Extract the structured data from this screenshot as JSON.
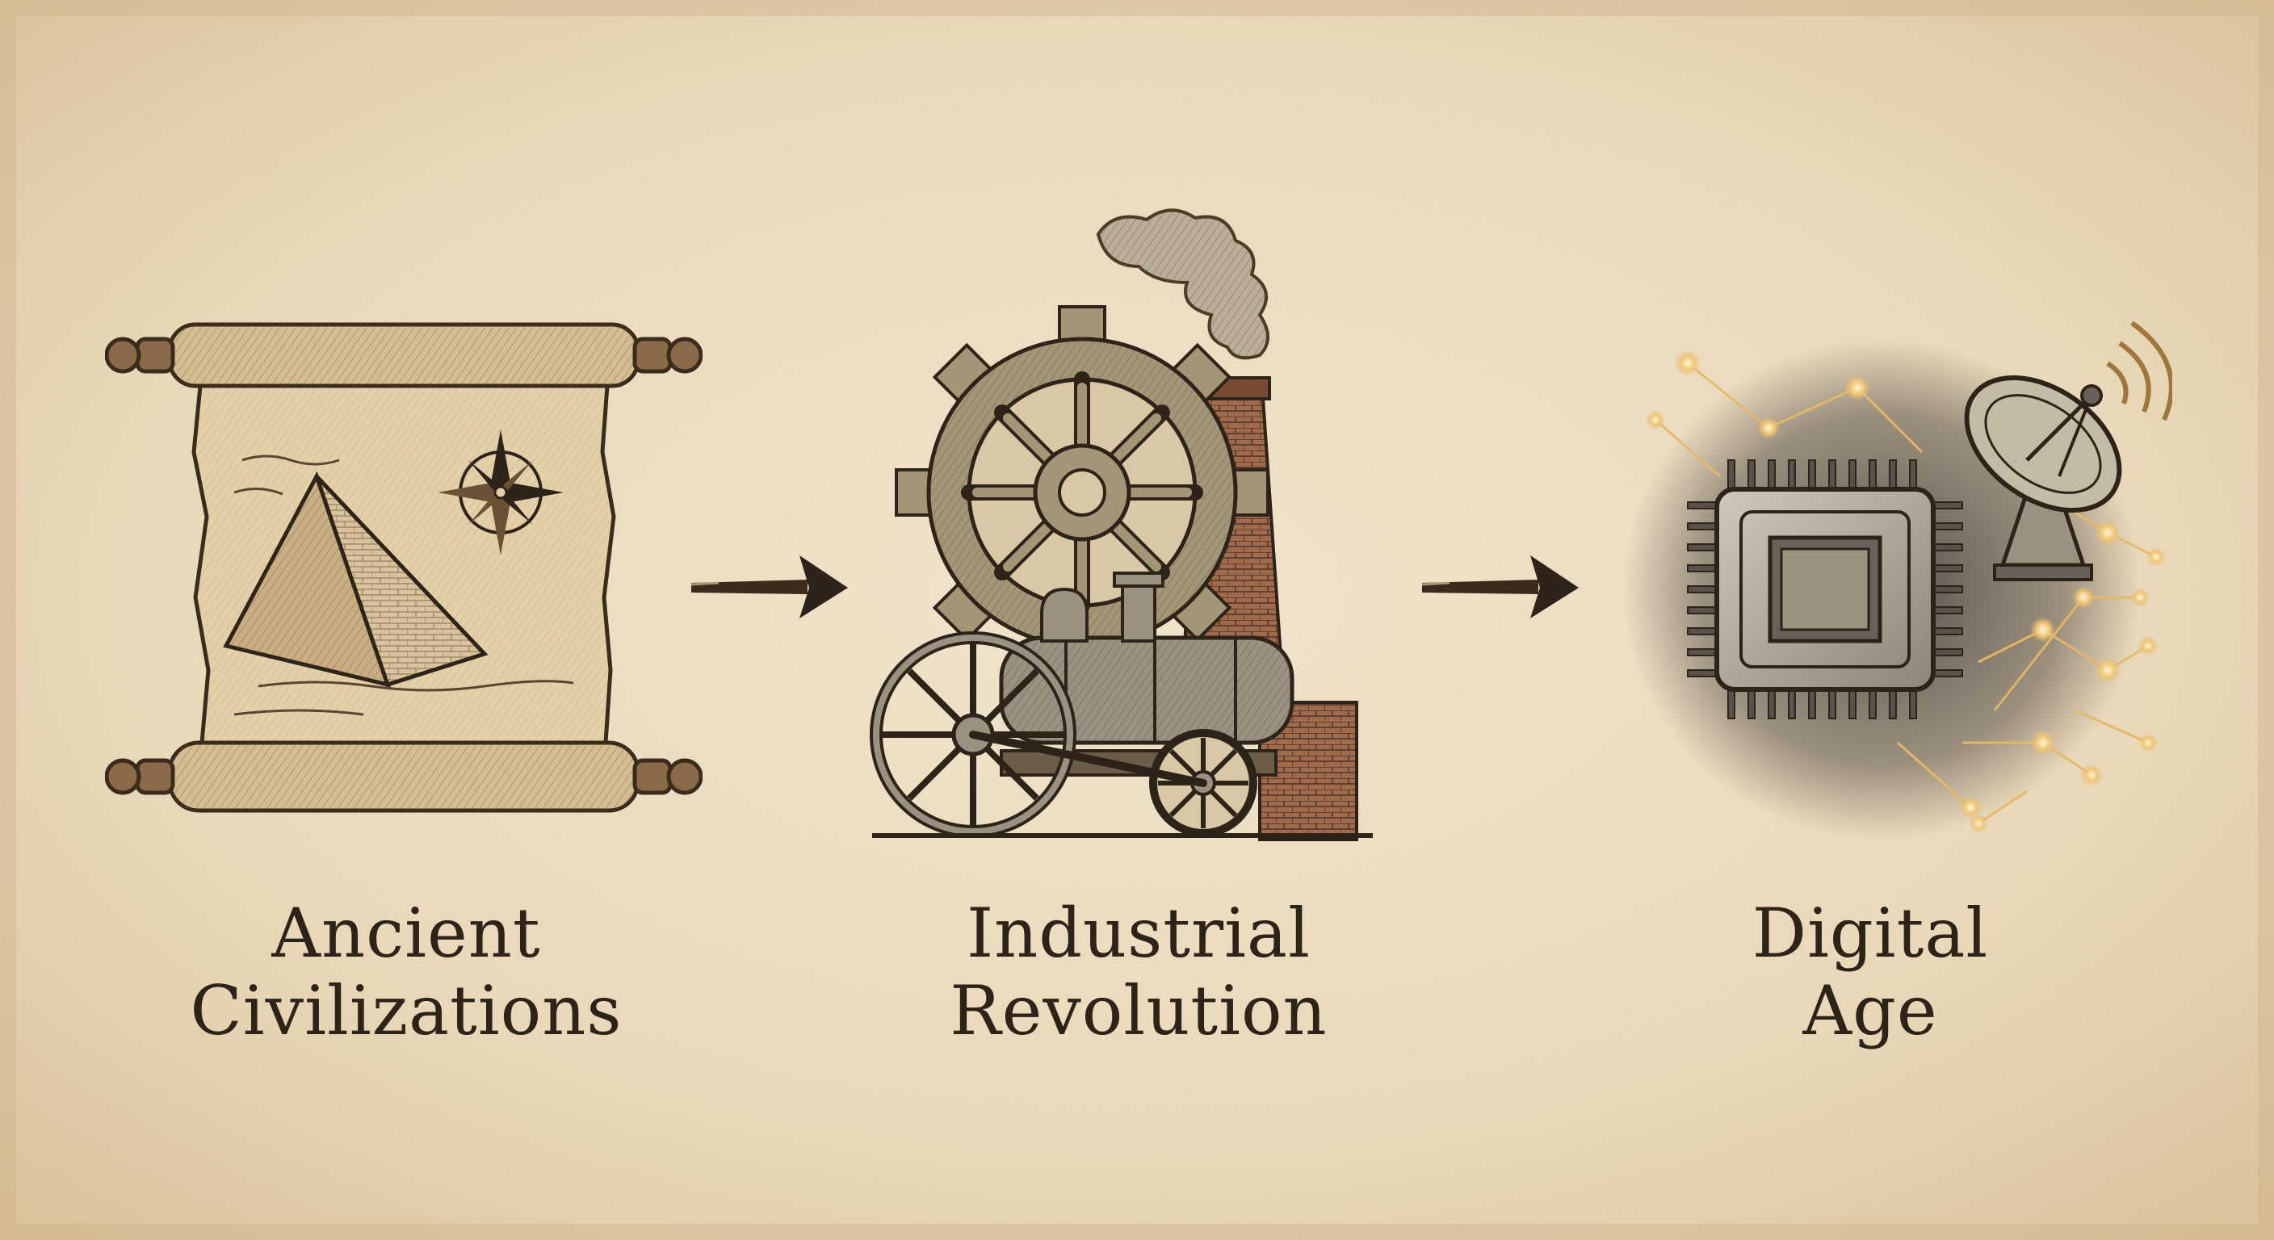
{
  "diagram": {
    "stages": [
      {
        "id": "ancient",
        "lines": [
          "Ancient",
          "Civilizations"
        ],
        "icon": "scroll-pyramid-compass-icon"
      },
      {
        "id": "industrial",
        "lines": [
          "Industrial",
          "Revolution"
        ],
        "icon": "gear-steam-engine-factory-icon"
      },
      {
        "id": "digital",
        "lines": [
          "Digital",
          "Age"
        ],
        "icon": "microchip-satellite-network-icon"
      }
    ],
    "connectors": [
      "arrow-right-icon",
      "arrow-right-icon"
    ]
  },
  "colors": {
    "paper": "#eee0c4",
    "ink": "#2e2318",
    "parchment": "#dcc7a0",
    "brass": "#a8946e",
    "brick": "#a06a4c",
    "metal": "#9a9180",
    "glow": "#e6b868"
  }
}
